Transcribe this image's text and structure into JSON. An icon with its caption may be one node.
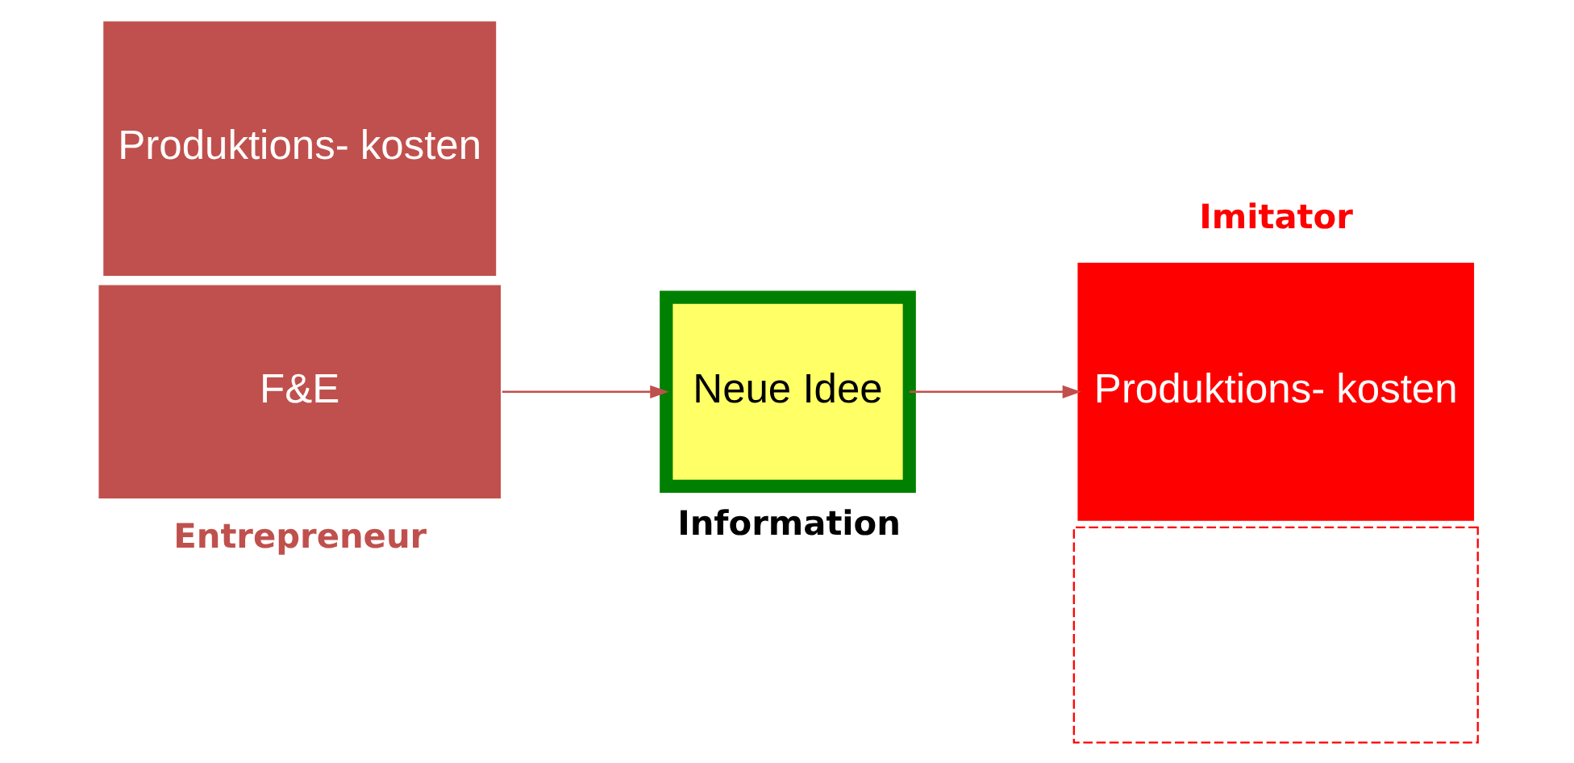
{
  "diagram": {
    "nodes": [
      {
        "text": [
          "Produktions- kosten"
        ]
      },
      {
        "text": [
          "F&E"
        ],
        "beside": [
          "Entrepreneur"
        ]
      },
      {
        "text": [
          "Neue Idee"
        ],
        "beside": [
          "Information"
        ]
      },
      {
        "text": [
          "Produktions- kosten"
        ],
        "beside": [
          "Imitator"
        ]
      },
      {
        "text": [],
        "shape": "box"
      }
    ],
    "edges": [
      {
        "from": 1,
        "to": 2,
        "arrow": "to"
      },
      {
        "from": 2,
        "to": 3,
        "arrow": "to"
      }
    ]
  }
}
